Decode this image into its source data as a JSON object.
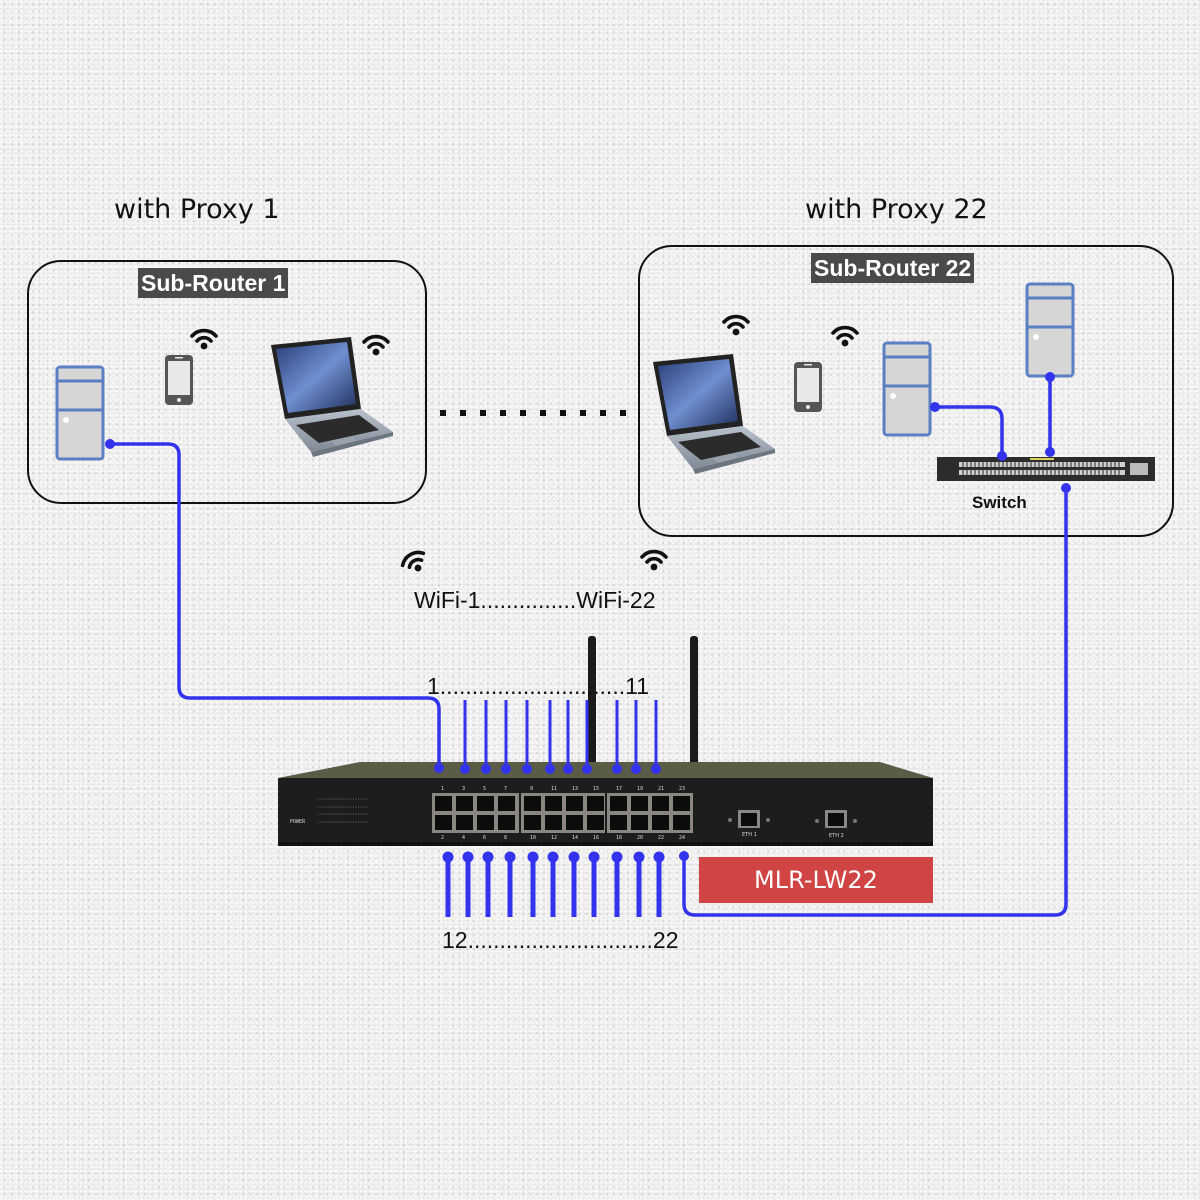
{
  "proxies": [
    {
      "title": "with Proxy 1",
      "sub_router": "Sub-Router 1"
    },
    {
      "title": "with Proxy 22",
      "sub_router": "Sub-Router 22"
    }
  ],
  "switch_label": "Switch",
  "wifi_range_label": "WiFi-1...............WiFi-22",
  "top_ports_label": "1.............................11",
  "bottom_ports_label": "12.............................22",
  "device": {
    "model": "MLR-LW22",
    "power_label": "POWER",
    "panel_led_labels": [
      "1",
      "23",
      "2",
      "24"
    ],
    "top_port_numbers": [
      "1",
      "3",
      "5",
      "7",
      "9",
      "11",
      "13",
      "15",
      "17",
      "19",
      "21",
      "23"
    ],
    "bottom_port_numbers": [
      "2",
      "4",
      "6",
      "8",
      "10",
      "12",
      "14",
      "16",
      "18",
      "20",
      "22",
      "24"
    ],
    "eth_ports": [
      "ETH 1",
      "ETH 2"
    ]
  },
  "colors": {
    "cable": "#3333ee",
    "model_badge": "#d04444",
    "tag_bg": "#4a4a4a",
    "server_outline": "#5b7fc2",
    "server_fill": "#d6d6d6"
  },
  "icons": {
    "wifi": "wifi-icon",
    "phone": "smartphone-icon",
    "laptop": "laptop-icon",
    "server": "server-tower-icon",
    "switch": "network-switch-icon",
    "router": "router-device-icon",
    "antenna": "antenna-icon"
  }
}
